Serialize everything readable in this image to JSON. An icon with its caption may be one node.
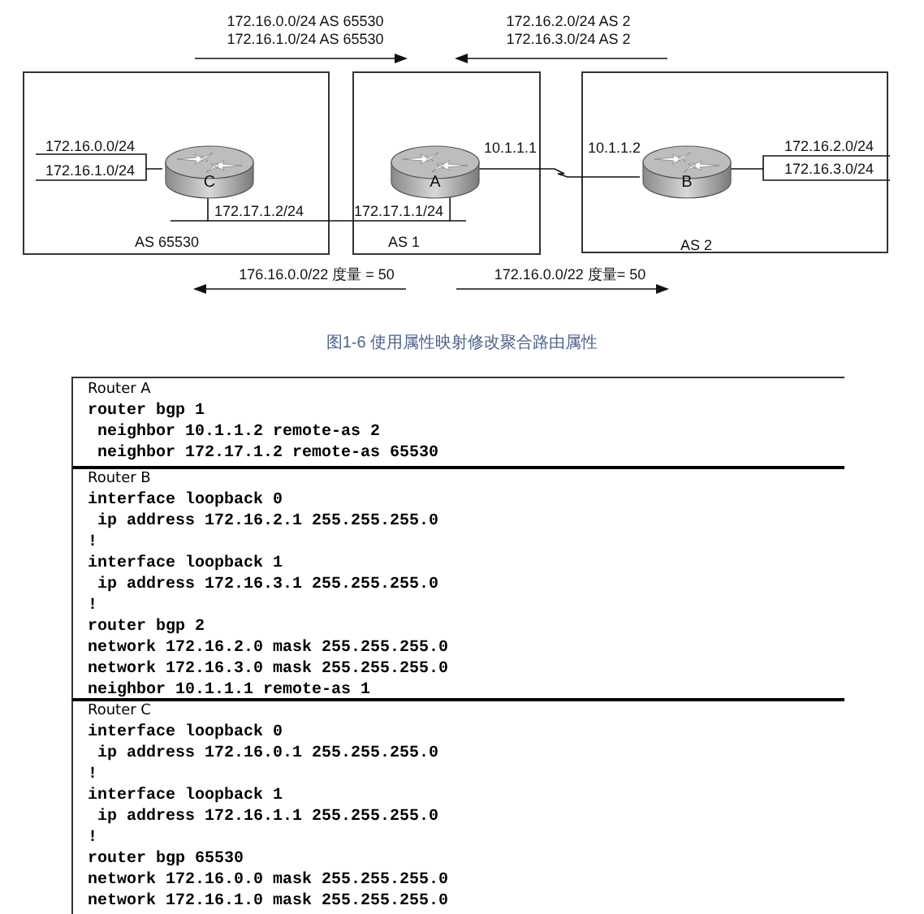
{
  "diagram": {
    "caption": "图1-6 使用属性映射修改聚合路由属性",
    "nodes": [
      {
        "text": [
          "AS 65530"
        ]
      },
      {
        "text": [
          "AS 1"
        ]
      },
      {
        "text": [
          "AS 2"
        ]
      },
      {
        "text": [
          "C"
        ],
        "in": 0,
        "beside": [
          "172.16.0.0/24",
          "172.16.1.0/24",
          "172.17.1.2/24"
        ]
      },
      {
        "text": [
          "A"
        ],
        "in": 1,
        "beside": [
          "10.1.1.1",
          "172.17.1.1/24"
        ]
      },
      {
        "text": [
          "B"
        ],
        "in": 2,
        "beside": [
          "10.1.1.2",
          "172.16.2.0/24",
          "172.16.3.0/24"
        ]
      },
      {
        "text": [
          "Router A",
          "router bgp 1",
          " neighbor 10.1.1.2 remote-as 2",
          " neighbor 172.17.1.2 remote-as 65530"
        ]
      },
      {
        "text": [
          "Router B",
          "interface loopback 0",
          " ip address 172.16.2.1 255.255.255.0",
          "!",
          "interface loopback 1",
          " ip address 172.16.3.1 255.255.255.0",
          "!",
          "router bgp 2",
          "network 172.16.2.0 mask 255.255.255.0",
          "network 172.16.3.0 mask 255.255.255.0",
          "neighbor 10.1.1.1 remote-as 1"
        ]
      },
      {
        "text": [
          "Router C",
          "interface loopback 0",
          " ip address 172.16.0.1 255.255.255.0",
          "!",
          "interface loopback 1",
          " ip address 172.16.1.1 255.255.255.0",
          "!",
          "router bgp 65530",
          "network 172.16.0.0 mask 255.255.255.0",
          "network 172.16.1.0 mask 255.255.255.0"
        ]
      }
    ],
    "edges": [
      {
        "from": 3,
        "to": 4,
        "arrow": "none"
      },
      {
        "from": 4,
        "to": 5,
        "arrow": "none"
      },
      {
        "from": 0,
        "to": 1,
        "arrow": "to",
        "label": "172.16.0.0/24 AS 65530 172.16.1.0/24 AS 65530"
      },
      {
        "from": 2,
        "to": 1,
        "arrow": "to",
        "label": "172.16.2.0/24 AS 2 172.16.3.0/24 AS 2"
      },
      {
        "from": 1,
        "to": 0,
        "arrow": "to",
        "label": "176.16.0.0/22 度量 = 50"
      },
      {
        "from": 1,
        "to": 2,
        "arrow": "to",
        "label": "172.16.0.0/22 度量= 50"
      }
    ]
  }
}
